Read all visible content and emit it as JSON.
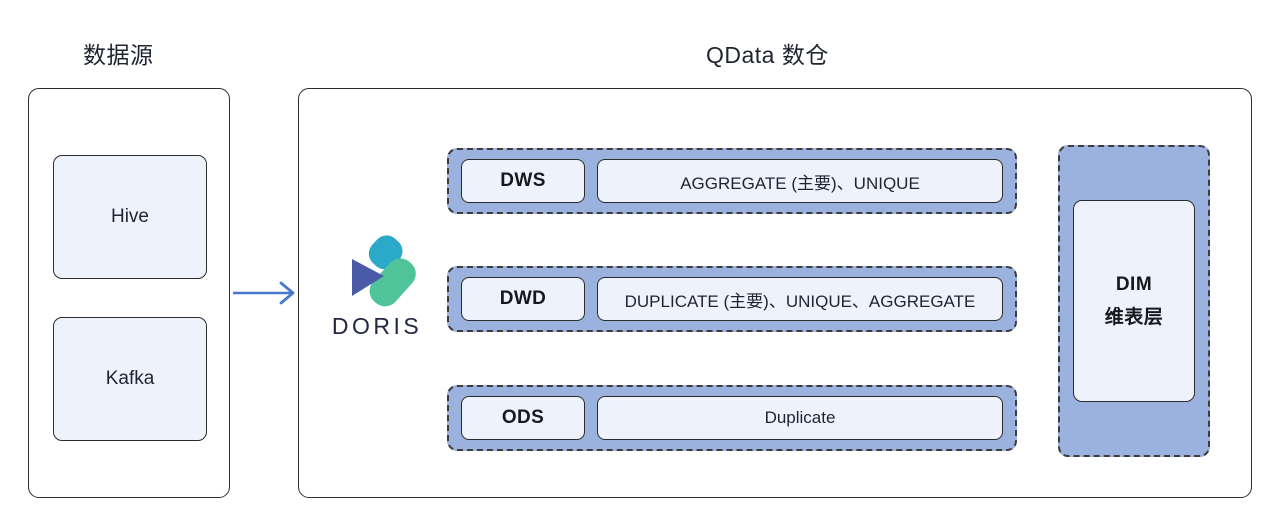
{
  "diagram": {
    "source_section": {
      "title": "数据源",
      "sources": [
        {
          "label": "Hive"
        },
        {
          "label": "Kafka"
        }
      ]
    },
    "flow": {
      "arrow_icon": "arrow-right-icon",
      "arrow_color": "#4a78cc"
    },
    "warehouse_section": {
      "title": "QData 数仓",
      "engine": {
        "logo_icon": "doris-logo-icon",
        "wordmark": "DORIS",
        "logo_colors": {
          "cyan": "#2aa9c9",
          "green": "#4fc39a",
          "indigo": "#4a5aa8"
        }
      },
      "layers": [
        {
          "tag": "DWS",
          "models": "AGGREGATE (主要)、UNIQUE"
        },
        {
          "tag": "DWD",
          "models": "DUPLICATE (主要)、UNIQUE、AGGREGATE"
        },
        {
          "tag": "ODS",
          "models": "Duplicate"
        }
      ],
      "dim": {
        "tag": "DIM",
        "subtitle": "维表层"
      }
    },
    "colors": {
      "layer_fill": "#9cb2de",
      "box_fill": "#eef2fb",
      "border": "#2c2c2c",
      "dashed_border": "#3c3c3c",
      "text": "#1f2430",
      "page_background": "#ffffff"
    }
  }
}
